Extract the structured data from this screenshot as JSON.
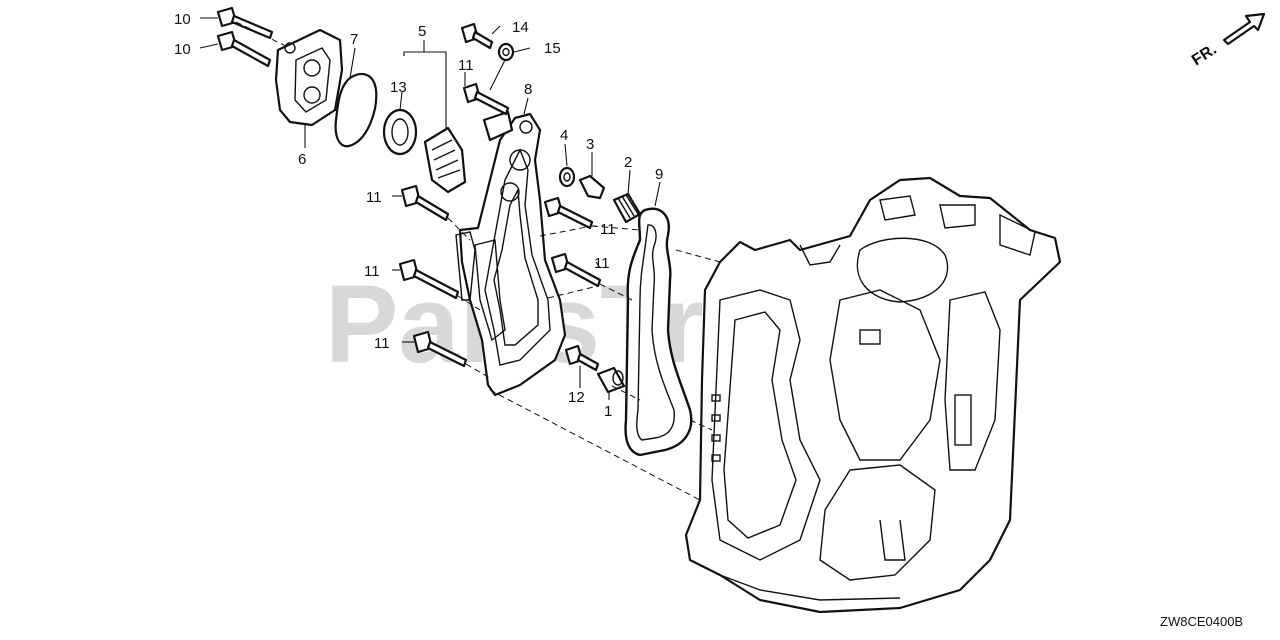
{
  "watermark": "PartsTree",
  "diagram_code": "ZW8CE0400B",
  "front_marker": "FR.",
  "callouts": [
    {
      "id": "c10a",
      "label": "10"
    },
    {
      "id": "c10b",
      "label": "10"
    },
    {
      "id": "c6",
      "label": "6"
    },
    {
      "id": "c7",
      "label": "7"
    },
    {
      "id": "c5",
      "label": "5"
    },
    {
      "id": "c13",
      "label": "13"
    },
    {
      "id": "c14",
      "label": "14"
    },
    {
      "id": "c15",
      "label": "15"
    },
    {
      "id": "c11a",
      "label": "11"
    },
    {
      "id": "c8",
      "label": "8"
    },
    {
      "id": "c4",
      "label": "4"
    },
    {
      "id": "c3",
      "label": "3"
    },
    {
      "id": "c2",
      "label": "2"
    },
    {
      "id": "c9",
      "label": "9"
    },
    {
      "id": "c11b",
      "label": "11"
    },
    {
      "id": "c11c",
      "label": "11"
    },
    {
      "id": "c11d",
      "label": "11"
    },
    {
      "id": "c11e",
      "label": "11"
    },
    {
      "id": "c11f",
      "label": "11"
    },
    {
      "id": "c12",
      "label": "12"
    },
    {
      "id": "c1",
      "label": "1"
    }
  ]
}
